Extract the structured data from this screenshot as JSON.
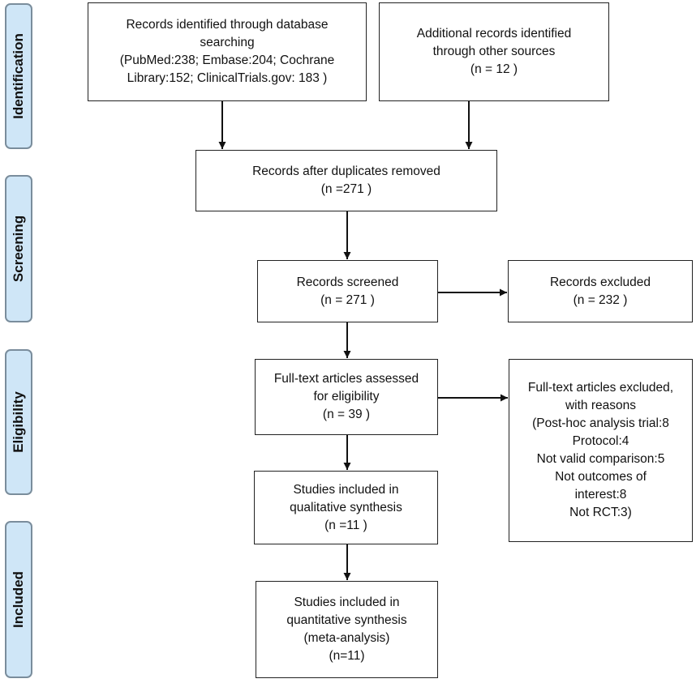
{
  "phases": {
    "identification": "Identification",
    "screening": "Screening",
    "eligibility": "Eligibility",
    "included": "Included"
  },
  "boxes": {
    "database": {
      "lines": [
        "Records identified through database",
        "searching",
        "(PubMed:238; Embase:204; Cochrane",
        "Library:152; ClinicalTrials.gov: 183 )"
      ]
    },
    "other_sources": {
      "lines": [
        "Additional records identified",
        "through other sources",
        "(n = 12 )"
      ]
    },
    "duplicates_removed": {
      "lines": [
        "Records after duplicates removed",
        "(n =271  )"
      ]
    },
    "screened": {
      "lines": [
        "Records screened",
        "(n = 271 )"
      ]
    },
    "excluded": {
      "lines": [
        "Records excluded",
        "(n = 232  )"
      ]
    },
    "full_text": {
      "lines": [
        "Full-text articles assessed",
        "for eligibility",
        "(n = 39  )"
      ]
    },
    "full_text_excluded": {
      "lines": [
        "Full-text articles excluded,",
        "with reasons",
        "(Post-hoc analysis trial:8",
        "Protocol:4",
        "Not valid comparison:5",
        "Not outcomes of",
        "interest:8",
        "Not RCT:3)"
      ]
    },
    "qualitative": {
      "lines": [
        "Studies included in",
        "qualitative synthesis",
        "(n =11   )"
      ]
    },
    "quantitative": {
      "lines": [
        "Studies included in",
        "quantitative synthesis",
        "(meta-analysis)",
        "(n=11)"
      ]
    }
  },
  "colors": {
    "phase_fill": "#cfe6f7",
    "phase_border": "#7a8d9c",
    "box_border": "#222222",
    "arrow": "#111111"
  }
}
